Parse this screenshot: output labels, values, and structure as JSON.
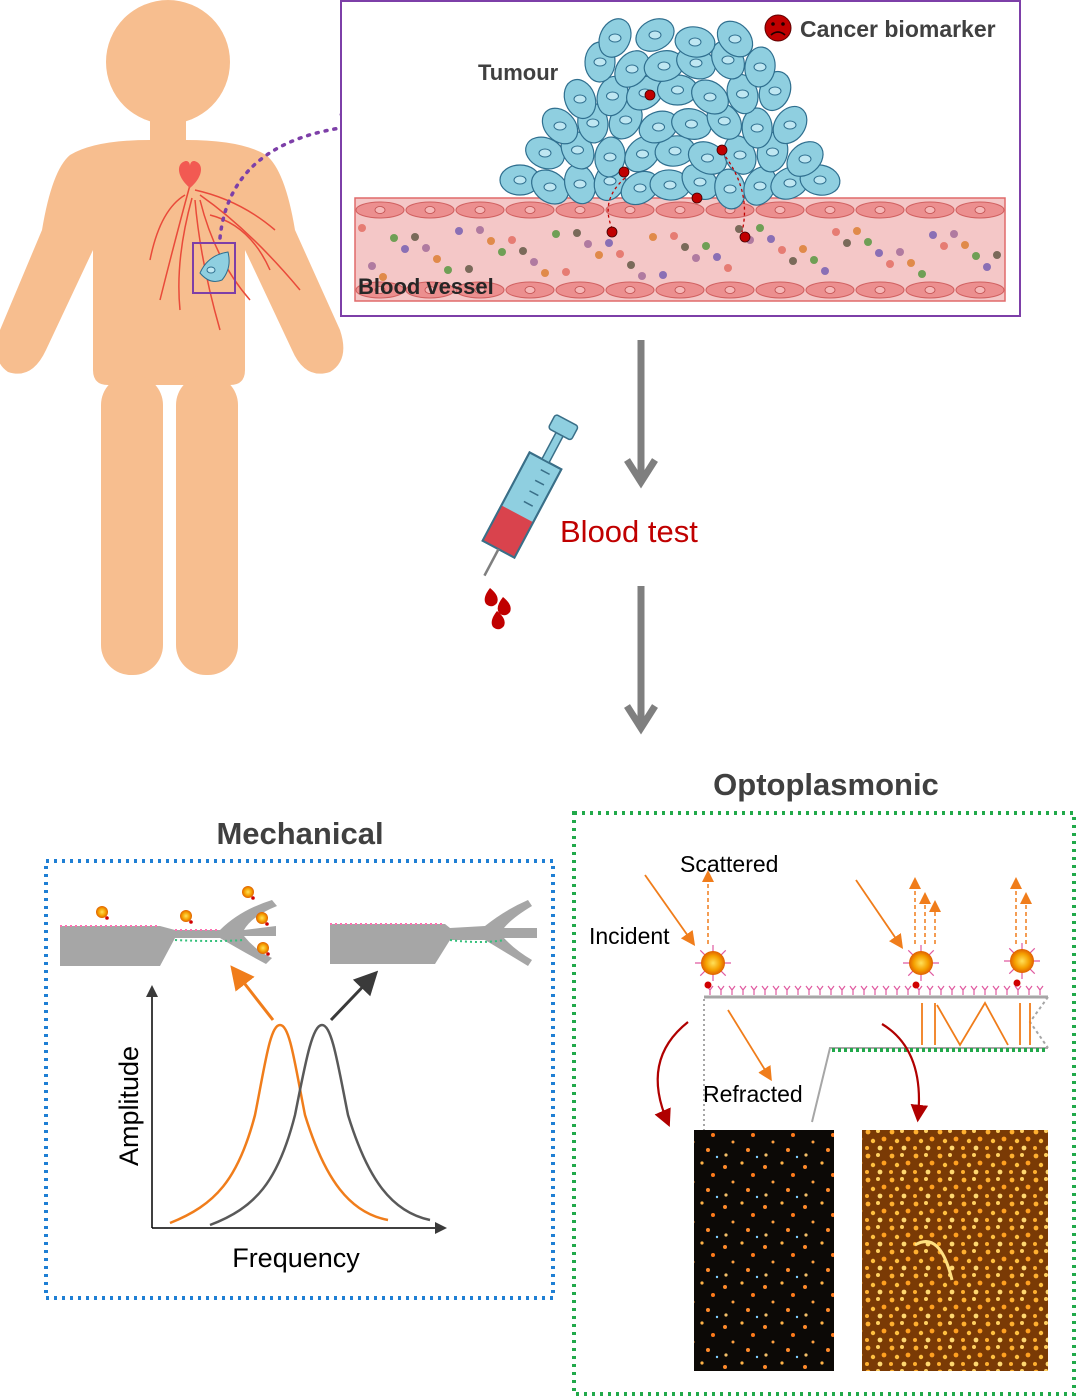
{
  "labels": {
    "cancer_biomarker": "Cancer biomarker",
    "tumour": "Tumour",
    "blood_vessel": "Blood vessel",
    "blood_test": "Blood test",
    "mechanical": "Mechanical",
    "optoplasmonic": "Optoplasmonic",
    "amplitude": "Amplitude",
    "frequency": "Frequency",
    "scattered": "Scattered",
    "incident": "Incident",
    "refracted": "Refracted"
  },
  "colors": {
    "skin": "#f7be8f",
    "tumour_cell": "#8fcfe0",
    "vessel": "#f4c7c7",
    "purple_frame": "#7d3fa8",
    "blood_red": "#c00000",
    "arrow_grey": "#7f7f7f",
    "mechanical_frame": "#1f7fd4",
    "optoplasmonic_frame": "#21a94a",
    "orange": "#f07d1b"
  },
  "icons": [
    "heart-icon",
    "syringe-icon",
    "blood-drops-icon",
    "biomarker-sad-face-icon"
  ]
}
